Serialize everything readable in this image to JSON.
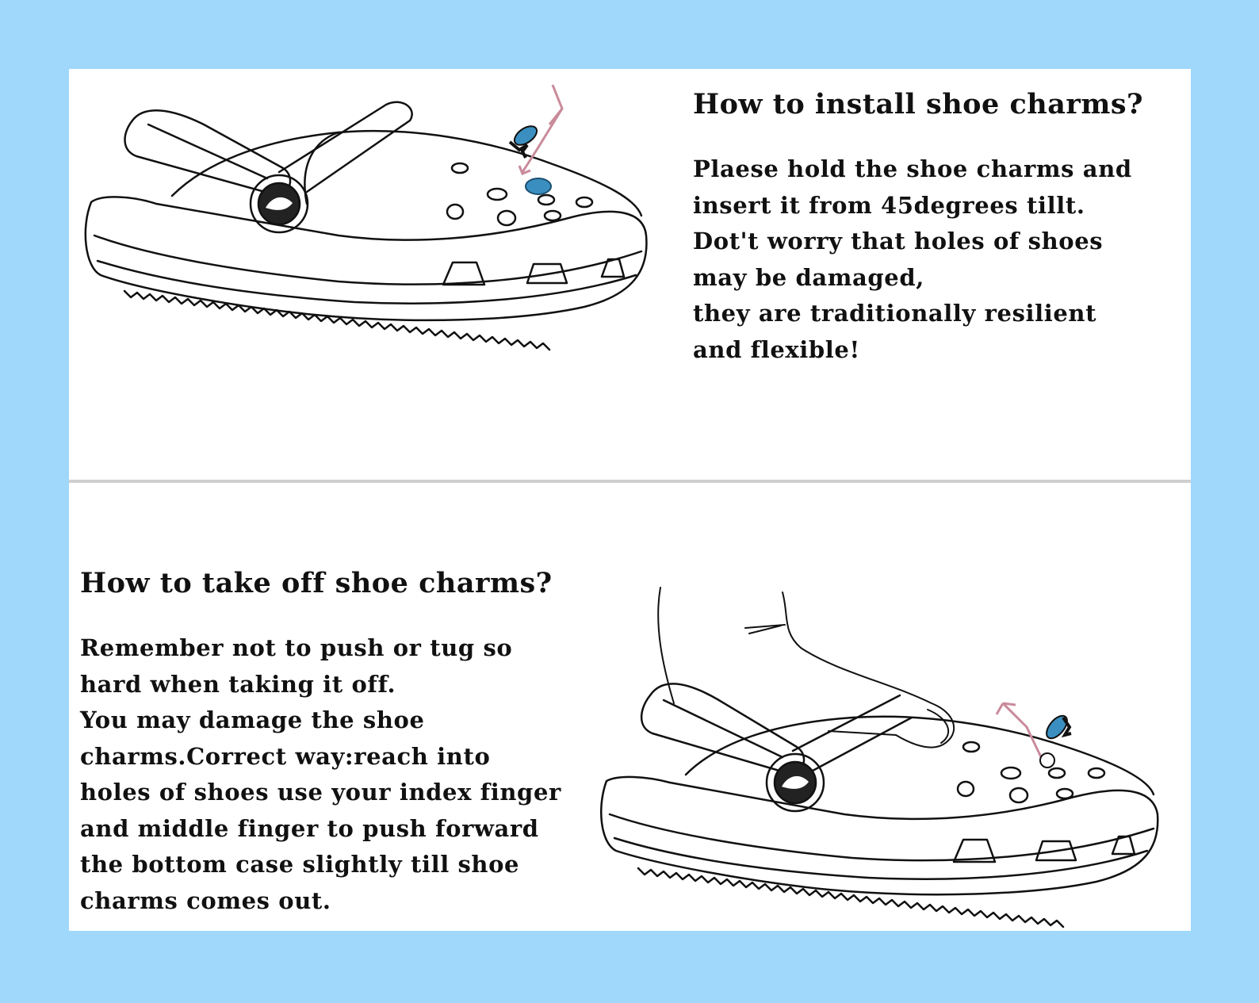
{
  "install": {
    "title": "How to install shoe charms?",
    "lines": [
      "Plaese hold the shoe charms and",
      "insert it from 45degrees tillt.",
      "Dot't worry that holes of shoes",
      "may be damaged,",
      "they are traditionally resilient",
      "and flexible!"
    ]
  },
  "remove": {
    "title": "How to take off shoe charms?",
    "lines": [
      "Remember not to push or tug so",
      "hard when taking it off.",
      "You may damage the shoe",
      "charms.Correct way:reach into",
      "holes of shoes use your index finger",
      "and middle finger to push forward",
      "the bottom case slightly till shoe",
      "charms comes out."
    ]
  },
  "colors": {
    "background": "#9fd8fb",
    "card": "#ffffff",
    "charm": "#3a8fc0",
    "arrow": "#c98a9a"
  },
  "icons": [
    "clog-shoe-illustration",
    "shoe-charm-icon",
    "insert-arrow-icon",
    "hand-illustration",
    "remove-arrow-icon"
  ]
}
